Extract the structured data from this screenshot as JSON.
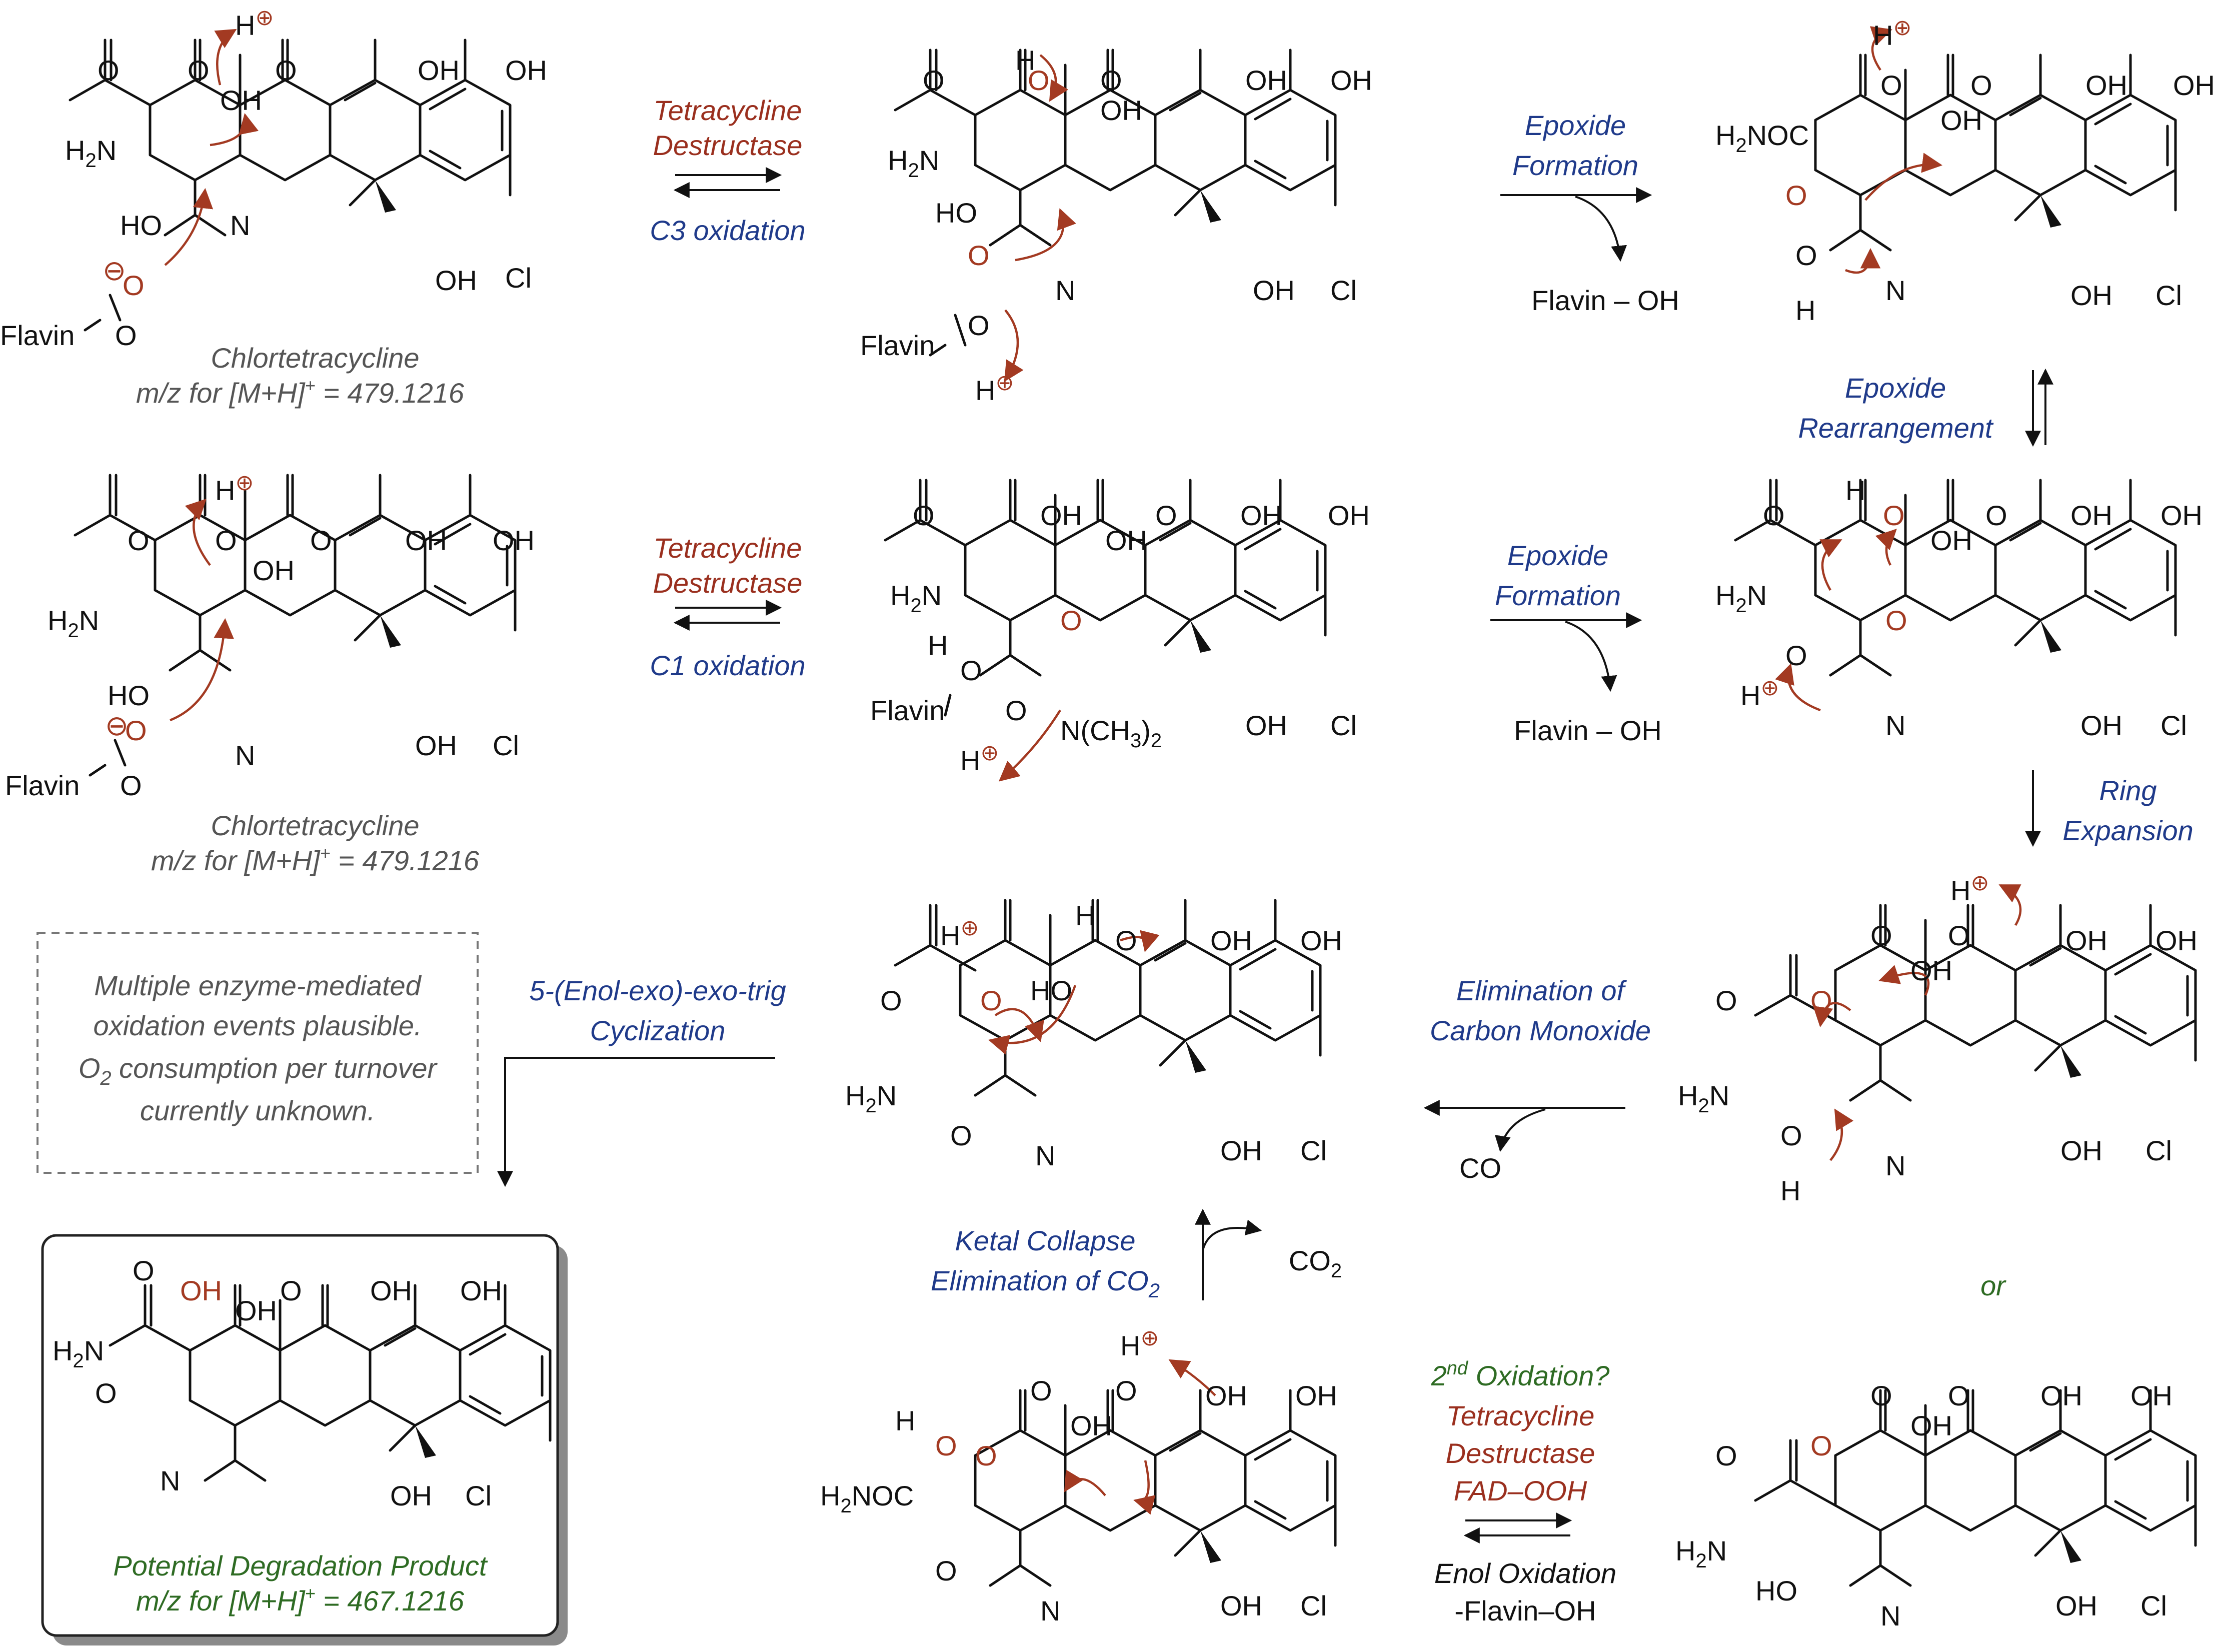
{
  "colors": {
    "enzyme": "#9a2f1e",
    "reaction": "#1f3a8a",
    "name": "#555555",
    "product": "#2e6b23",
    "mechanism": "#a33a22",
    "bond": "#111111"
  },
  "compounds": {
    "ctc_a": {
      "name": "Chlortetracycline",
      "mz_prefix": "m/z for [M+H]",
      "mz_sup": "+",
      "mz_value": " = 479.1216"
    },
    "ctc_b": {
      "name": "Chlortetracycline",
      "mz_prefix": "m/z for [M+H]",
      "mz_sup": "+",
      "mz_value": " = 479.1216"
    },
    "product": {
      "name": "Potential Degradation Product",
      "mz_prefix": "m/z for [M+H]",
      "mz_sup": "+",
      "mz_value": " = 467.1216"
    }
  },
  "labels": {
    "enzyme_line1": "Tetracycline",
    "enzyme_line2": "Destructase",
    "c3_oxidation": "C3 oxidation",
    "c1_oxidation": "C1 oxidation",
    "epoxide_formation_1": "Epoxide",
    "epoxide_formation_2": "Formation",
    "epoxide_rearr_1": "Epoxide",
    "epoxide_rearr_2": "Rearrangement",
    "ring_exp_1": "Ring",
    "ring_exp_2": "Expansion",
    "elim_co_1": "Elimination of",
    "elim_co_2": "Carbon Monoxide",
    "cyclization_1": "5-(Enol-exo)-exo-trig",
    "cyclization_2": "Cyclization",
    "ketal_1": "Ketal Collapse",
    "ketal_2": "Elimination of CO",
    "ketal_2_sub": "2",
    "second_ox_1": "2",
    "second_ox_1_sup": "nd",
    "second_ox_1_rest": " Oxidation?",
    "second_ox_2": "Tetracycline",
    "second_ox_3": "Destructase",
    "second_ox_4": "FAD–OOH",
    "enol_ox_1": "Enol Oxidation",
    "enol_ox_2": "-Flavin–OH",
    "or": "or",
    "byproduct_flavin": "Flavin – OH",
    "byproduct_co": "CO",
    "byproduct_co2": "CO",
    "byproduct_co2_sub": "2"
  },
  "note": {
    "line1": "Multiple enzyme-mediated",
    "line2": "oxidation events plausible.",
    "line3_a": "O",
    "line3_sub": "2",
    "line3_b": " consumption per turnover",
    "line4": "currently unknown."
  },
  "atoms": {
    "O": "O",
    "OH": "OH",
    "HO": "HO",
    "H2N": "H",
    "H2N_sub": "2",
    "H2N_N": "N",
    "H2NOC": "H",
    "H2NOC_sub": "2",
    "H2NOC_rest": "NOC",
    "N": "N",
    "Cl": "Cl",
    "H": "H",
    "Hplus": "⊕",
    "Ominus": "⊖",
    "Flavin": "Flavin",
    "NCH3": "N(CH",
    "NCH3_sub": "3",
    "NCH3_end": ")",
    "NCH3_sub2": "2"
  }
}
